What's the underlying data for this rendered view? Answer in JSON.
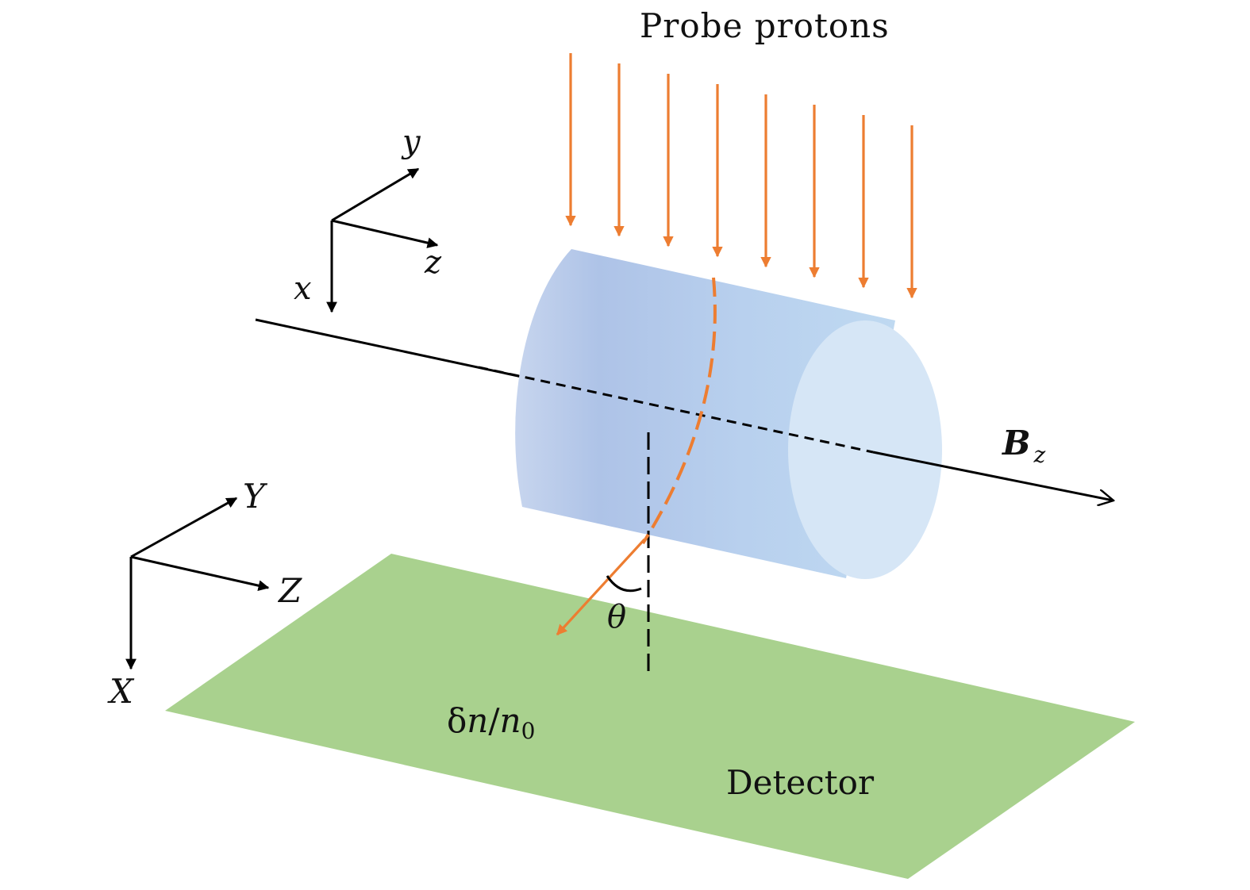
{
  "title": "Probe protons",
  "beam_label": "Probe protons",
  "field_label": {
    "symbol": "B",
    "subscript": "z"
  },
  "angle_label": "θ",
  "density_label": {
    "prefix": "δ",
    "numerator": "n",
    "separator": "/",
    "denominator": "n",
    "denominator_sub": "0"
  },
  "detector_label": "Detector",
  "local_axes": {
    "x": "x",
    "y": "y",
    "z": "z"
  },
  "global_axes": {
    "X": "X",
    "Y": "Y",
    "Z": "Z"
  },
  "colors": {
    "proton": "#ED7D31",
    "cylinder_side": "#AFC4E8",
    "cylinder_cap": "#D6E6F6",
    "detector": "#A9D18E",
    "axis": "#000000"
  },
  "icons": [
    "arrow-down-icon",
    "arrow-right-icon"
  ]
}
